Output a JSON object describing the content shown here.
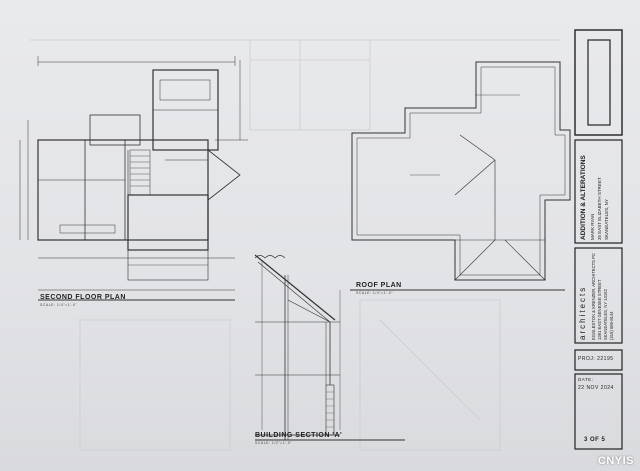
{
  "sheet": {
    "drawings": {
      "second_floor_plan": {
        "title": "SECOND FLOOR PLAN",
        "scale": "SCALE: 1/4\"=1'-0\""
      },
      "roof_plan": {
        "title": "ROOF PLAN",
        "scale": "SCALE: 1/4\"=1'-0\""
      },
      "building_section": {
        "title": "BUILDING SECTION 'A'",
        "scale": "SCALE: 1/2\"=1'-0\""
      }
    },
    "title_block": {
      "project_title": "ADDITION & ALTERATIONS",
      "project_lines": [
        "MARK RYAN",
        "35 EAST ELIZABETH STREET",
        "SKANEATELES, NY"
      ],
      "firm_name": "architects",
      "firm_lines": [
        "EGGLESTON & KRENZER, ARCHITECTS PC",
        "1391 EAST GENESEE STREET",
        "SKANEATELES, NY 13152",
        "(315) 685-8144"
      ],
      "project_no": "PROJ: 22195",
      "date_label": "DATE:",
      "date_value": "22 NOV 2024",
      "sheet_no": "3 OF 5"
    }
  },
  "watermark": "CNYIS"
}
